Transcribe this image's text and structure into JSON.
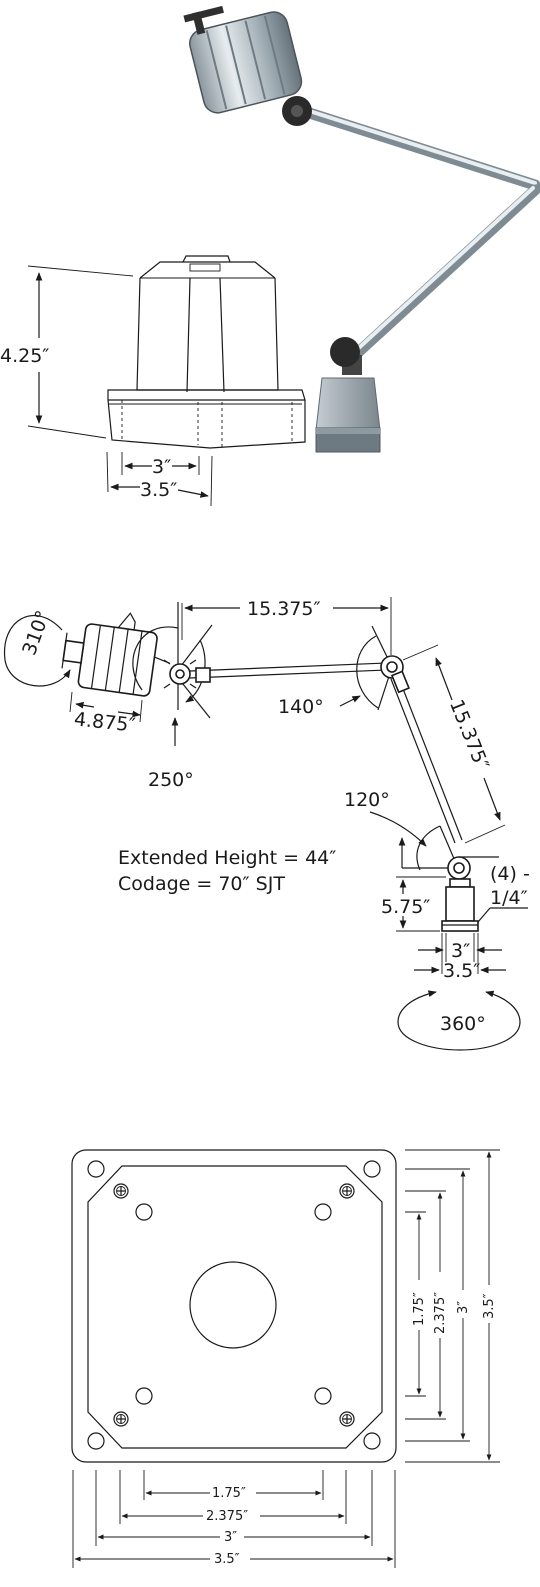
{
  "colors": {
    "line": "#1a1a1a",
    "metal_light": "#dfe6ea",
    "metal_mid": "#a9b4bb",
    "metal_dark": "#5d6a72",
    "knob": "#2a2a2a",
    "base_grey": "#9aa4ab"
  },
  "base_view": {
    "height_label": "4.25″",
    "inner_width_label": "3″",
    "outer_width_label": "3.5″"
  },
  "arm_view": {
    "rotation_head_label": "310°",
    "head_length_label": "4.875″",
    "head_tilt_label": "250°",
    "upper_arm_length_label": "15.375″",
    "elbow_angle_label": "140°",
    "lower_arm_length_label": "15.375″",
    "base_joint_angle_label": "120°",
    "extended_height_text": "Extended Height = 44″",
    "cordage_text": "Codage = 70″ SJT",
    "mount_height_label": "5.75″",
    "holes_label_top": "(4) -",
    "holes_label_bottom": "1/4″",
    "base_inner_width_label": "3″",
    "base_outer_width_label": "3.5″",
    "base_rotation_label": "360°"
  },
  "plate_view": {
    "horizontal_dims": [
      "1.75″",
      "2.375″",
      "3″",
      "3.5″"
    ],
    "vertical_dims": [
      "1.75″",
      "2.375″",
      "3″",
      "3.5″"
    ]
  }
}
